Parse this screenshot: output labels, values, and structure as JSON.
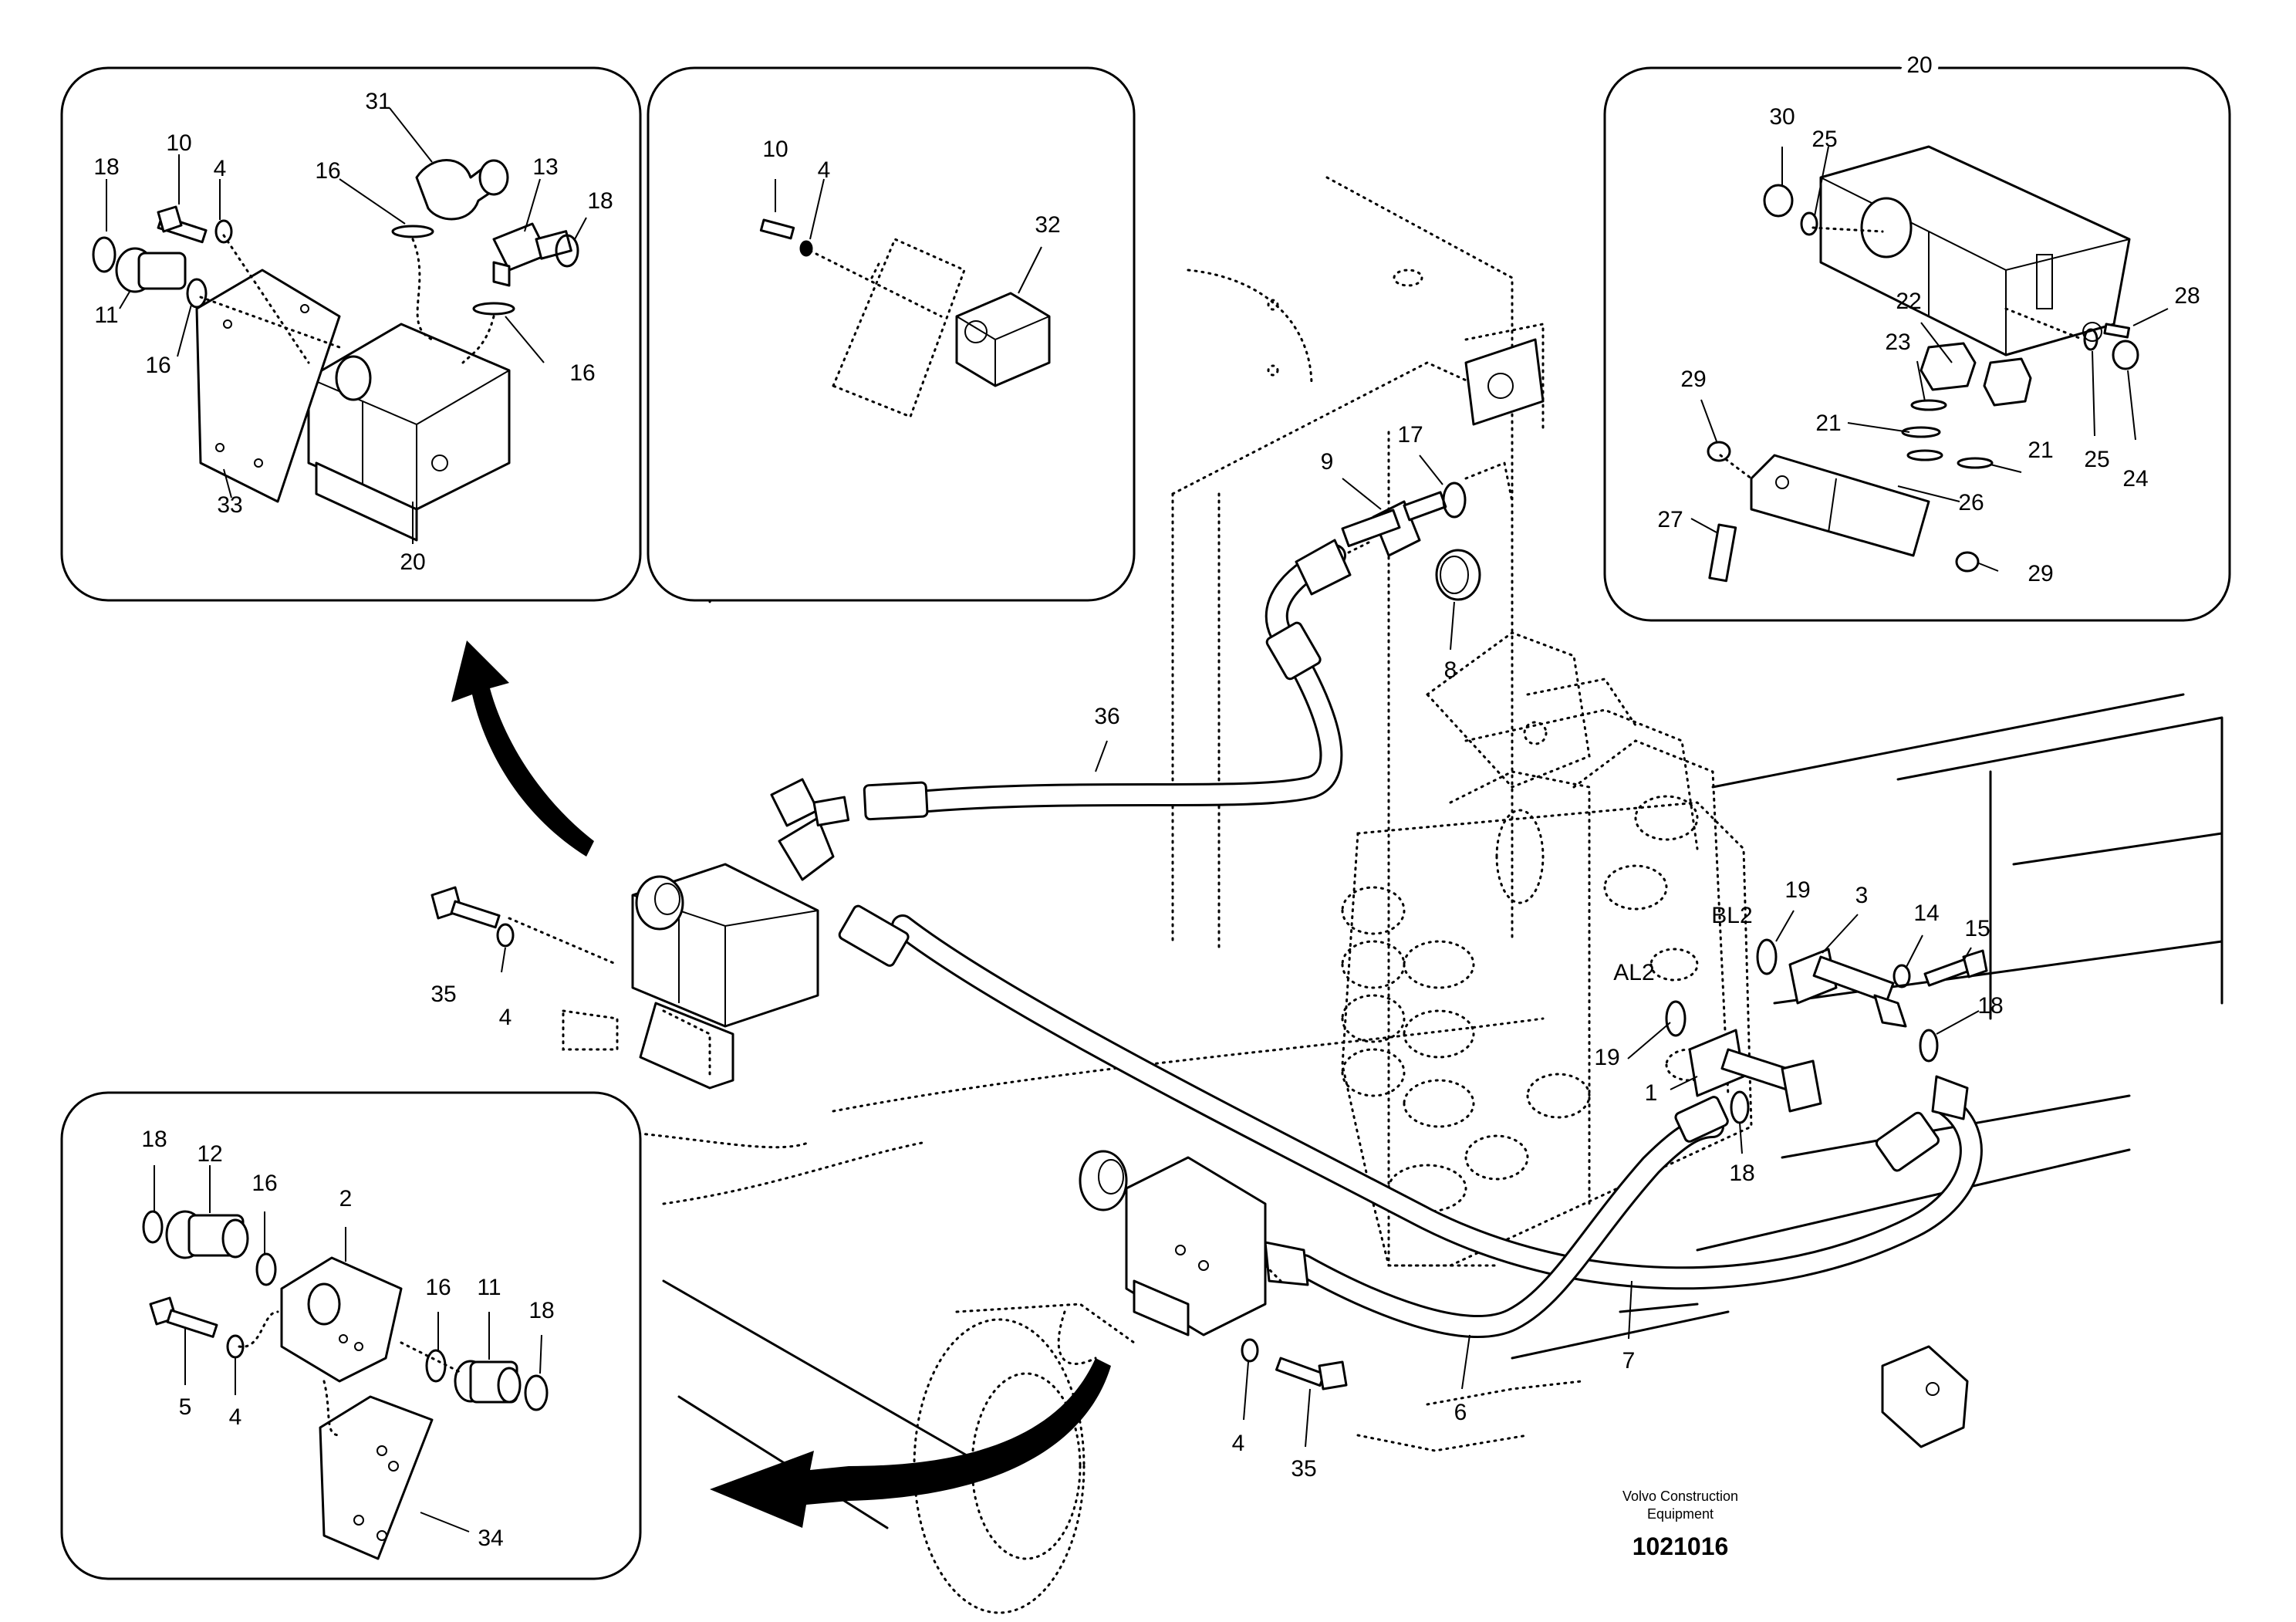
{
  "callouts": {
    "p1": [
      "18",
      "10",
      "4",
      "31",
      "16",
      "13",
      "18",
      "11",
      "16",
      "16",
      "33",
      "20"
    ],
    "p2": [
      "10",
      "4",
      "32"
    ],
    "p3": [
      "20",
      "30",
      "25",
      "28",
      "22",
      "23",
      "29",
      "21",
      "21",
      "25",
      "24",
      "26",
      "27",
      "29"
    ],
    "p4": [
      "18",
      "12",
      "16",
      "2",
      "16",
      "11",
      "18",
      "5",
      "4",
      "34"
    ],
    "main": [
      "17",
      "9",
      "8",
      "36",
      "35",
      "4",
      "19",
      "3",
      "14",
      "15",
      "BL2",
      "AL2",
      "19",
      "1",
      "18",
      "18",
      "7",
      "6",
      "4",
      "35"
    ]
  },
  "credit": {
    "line1": "Volvo Construction",
    "line2": "Equipment",
    "docno": "1021016"
  },
  "colors": {
    "ink": "#000000",
    "paper": "#ffffff"
  }
}
